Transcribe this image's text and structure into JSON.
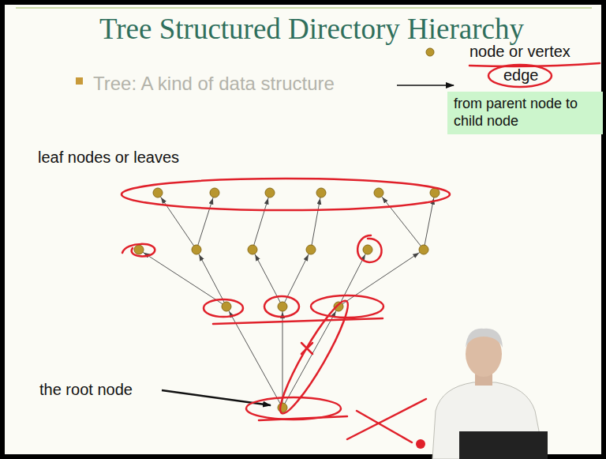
{
  "diagram": {
    "title": "Tree Structured Directory Hierarchy",
    "nodes": [
      {
        "text": [
          "from parent node to child node"
        ]
      }
    ],
    "labels": [
      "Tree: A kind of data structure",
      "leaf nodes or leaves",
      "the root node"
    ],
    "legend": [
      {
        "text": "node or vertex"
      },
      {
        "text": "edge"
      }
    ]
  }
}
